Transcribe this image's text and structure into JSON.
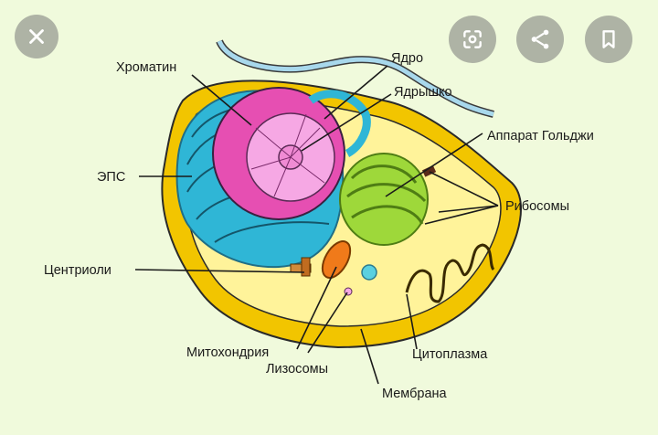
{
  "labels": {
    "chromatin": "Хроматин",
    "nucleus": "Ядро",
    "nucleolus": "Ядрышко",
    "golgi": "Аппарат Гольджи",
    "er": "ЭПС",
    "ribosomes": "Рибосомы",
    "centrioles": "Центриоли",
    "mitochondria": "Митохондрия",
    "lysosomes": "Лизосомы",
    "cytoplasm": "Цитоплазма",
    "membrane": "Мембрана"
  },
  "toolbar": {
    "close_icon": "close-icon",
    "lens_icon": "lens-icon",
    "share_icon": "share-icon",
    "bookmark_icon": "bookmark-icon"
  },
  "colors": {
    "background": "#f0fadc",
    "membrane": "#f2c500",
    "cytoplasm": "#fff39a",
    "er": "#2fb6d6",
    "nucleus": "#f08bd4",
    "nucleolus_core": "#f6a8e4",
    "golgi": "#9ed83a",
    "flagellum": "#a8d8ec"
  }
}
